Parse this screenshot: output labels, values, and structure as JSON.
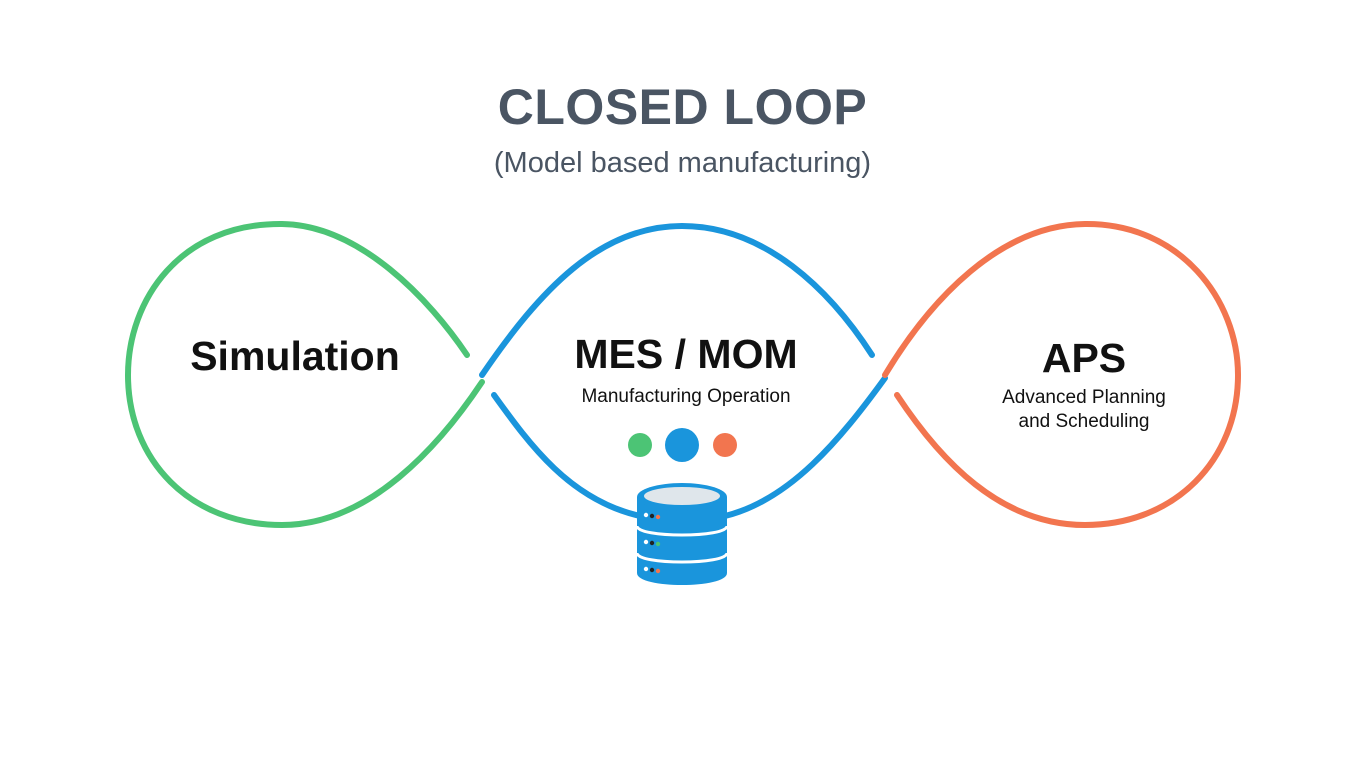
{
  "header": {
    "title": "CLOSED LOOP",
    "subtitle": "(Model based manufacturing)"
  },
  "nodes": {
    "simulation": {
      "label": "Simulation",
      "color": "#4cc475"
    },
    "mes": {
      "label": "MES / MOM",
      "description": "Manufacturing Operation",
      "color": "#1a95dc"
    },
    "aps": {
      "label": "APS",
      "description_line1": "Advanced Planning",
      "description_line2": "and Scheduling",
      "color": "#f2754f"
    }
  },
  "indicators": [
    "green-dot",
    "blue-dot",
    "orange-dot"
  ],
  "icons": {
    "database": "database-icon"
  }
}
